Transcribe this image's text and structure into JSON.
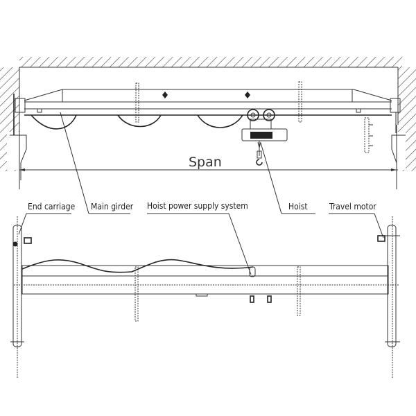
{
  "diagram": {
    "dimension_label": "Span",
    "labels": {
      "end_carriage": "End carriage",
      "main_girder": "Main girder",
      "hoist_power_supply": "Hoist power supply system",
      "hoist": "Hoist",
      "travel_motor": "Travel motor"
    }
  }
}
